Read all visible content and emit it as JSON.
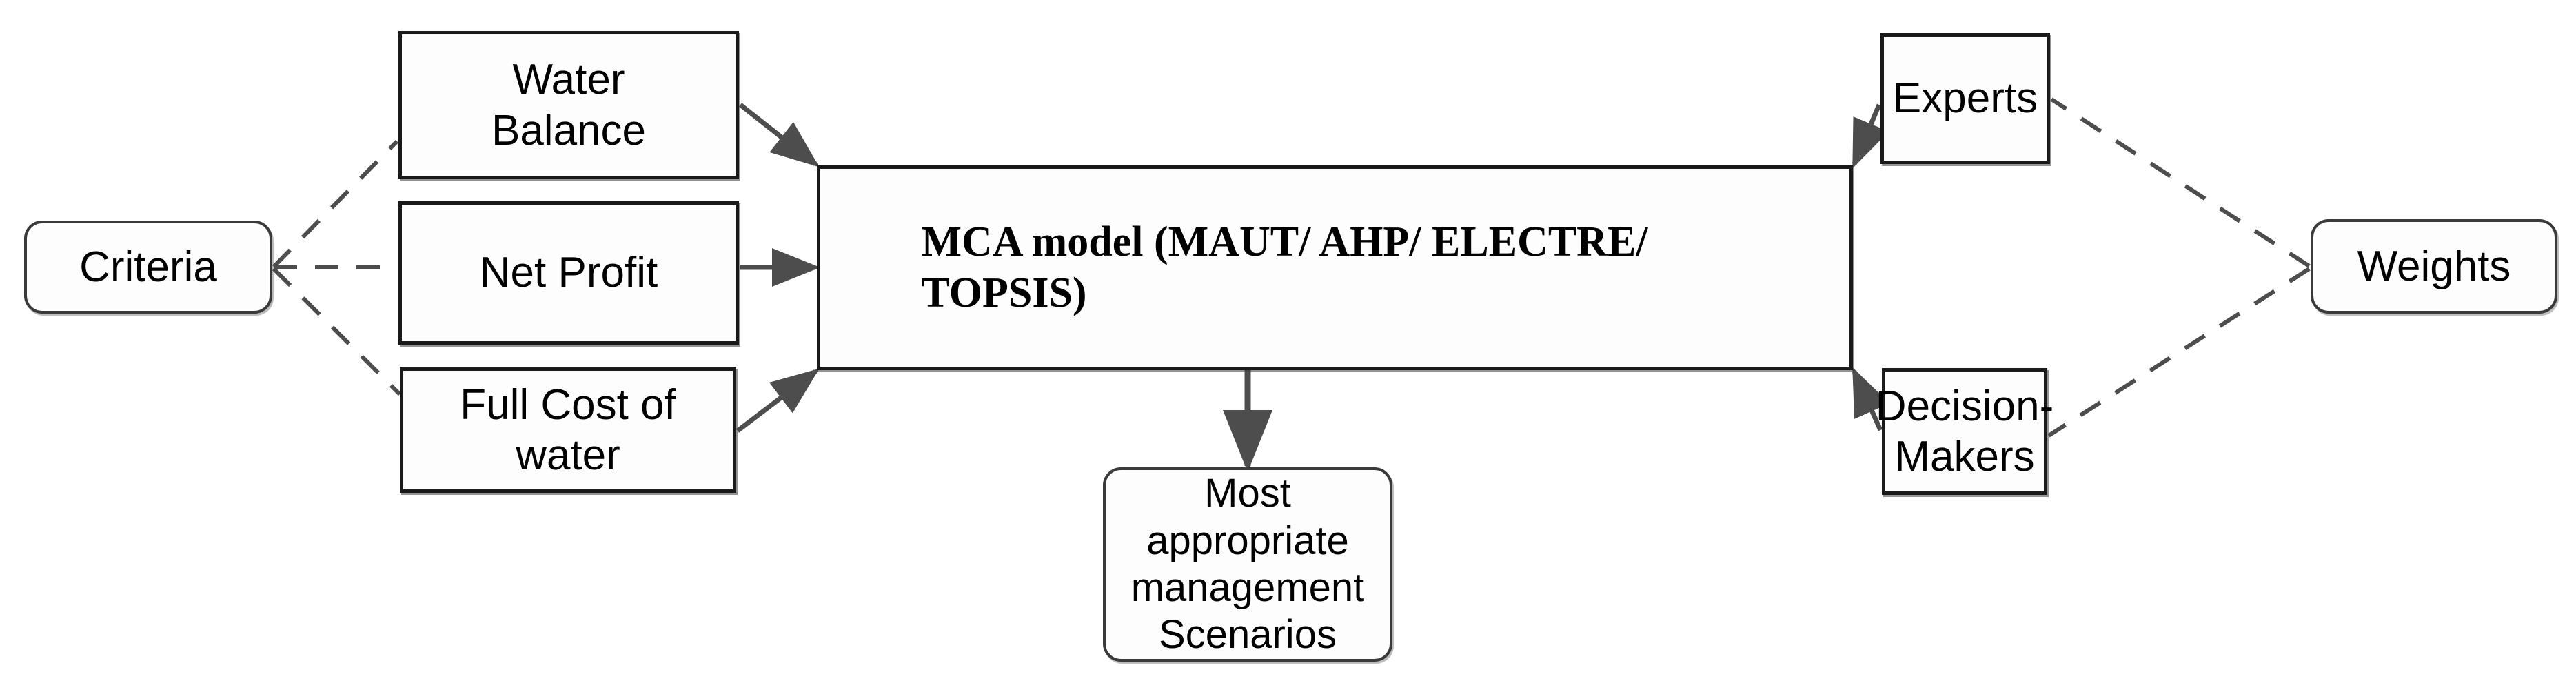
{
  "diagram": {
    "title": "MCA model framework",
    "background_color": "#ffffff",
    "stroke_color": "#1a1a1a",
    "edge_color": "#4d4d4d",
    "nodes": {
      "criteria": {
        "label": "Criteria",
        "shape": "rounded-rect"
      },
      "water_balance": {
        "label": "Water\nBalance",
        "shape": "rect"
      },
      "net_profit": {
        "label": "Net Profit",
        "shape": "rect"
      },
      "full_cost": {
        "label": "Full Cost of\nwater",
        "shape": "rect"
      },
      "mca_model": {
        "label": "MCA model (MAUT/ AHP/ ELECTRE/\nTOPSIS)",
        "shape": "rect"
      },
      "experts": {
        "label": "Experts",
        "shape": "rect"
      },
      "decision_makers": {
        "label": "Decision-\nMakers",
        "shape": "rect"
      },
      "weights": {
        "label": "Weights",
        "shape": "rounded-rect"
      },
      "scenarios": {
        "label": "Most appropriate\nmanagement\nScenarios",
        "shape": "rounded-rect"
      }
    },
    "edges": [
      {
        "from": "criteria",
        "to": "water_balance",
        "style": "dashed",
        "arrow": false
      },
      {
        "from": "criteria",
        "to": "net_profit",
        "style": "dashed",
        "arrow": false
      },
      {
        "from": "criteria",
        "to": "full_cost",
        "style": "dashed",
        "arrow": false
      },
      {
        "from": "water_balance",
        "to": "mca_model",
        "style": "solid",
        "arrow": true
      },
      {
        "from": "net_profit",
        "to": "mca_model",
        "style": "solid",
        "arrow": true
      },
      {
        "from": "full_cost",
        "to": "mca_model",
        "style": "solid",
        "arrow": true
      },
      {
        "from": "experts",
        "to": "mca_model",
        "style": "solid",
        "arrow": true
      },
      {
        "from": "decision_makers",
        "to": "mca_model",
        "style": "solid",
        "arrow": true
      },
      {
        "from": "weights",
        "to": "experts",
        "style": "dashed",
        "arrow": false
      },
      {
        "from": "weights",
        "to": "decision_makers",
        "style": "dashed",
        "arrow": false
      },
      {
        "from": "mca_model",
        "to": "scenarios",
        "style": "solid",
        "arrow": true
      }
    ]
  }
}
